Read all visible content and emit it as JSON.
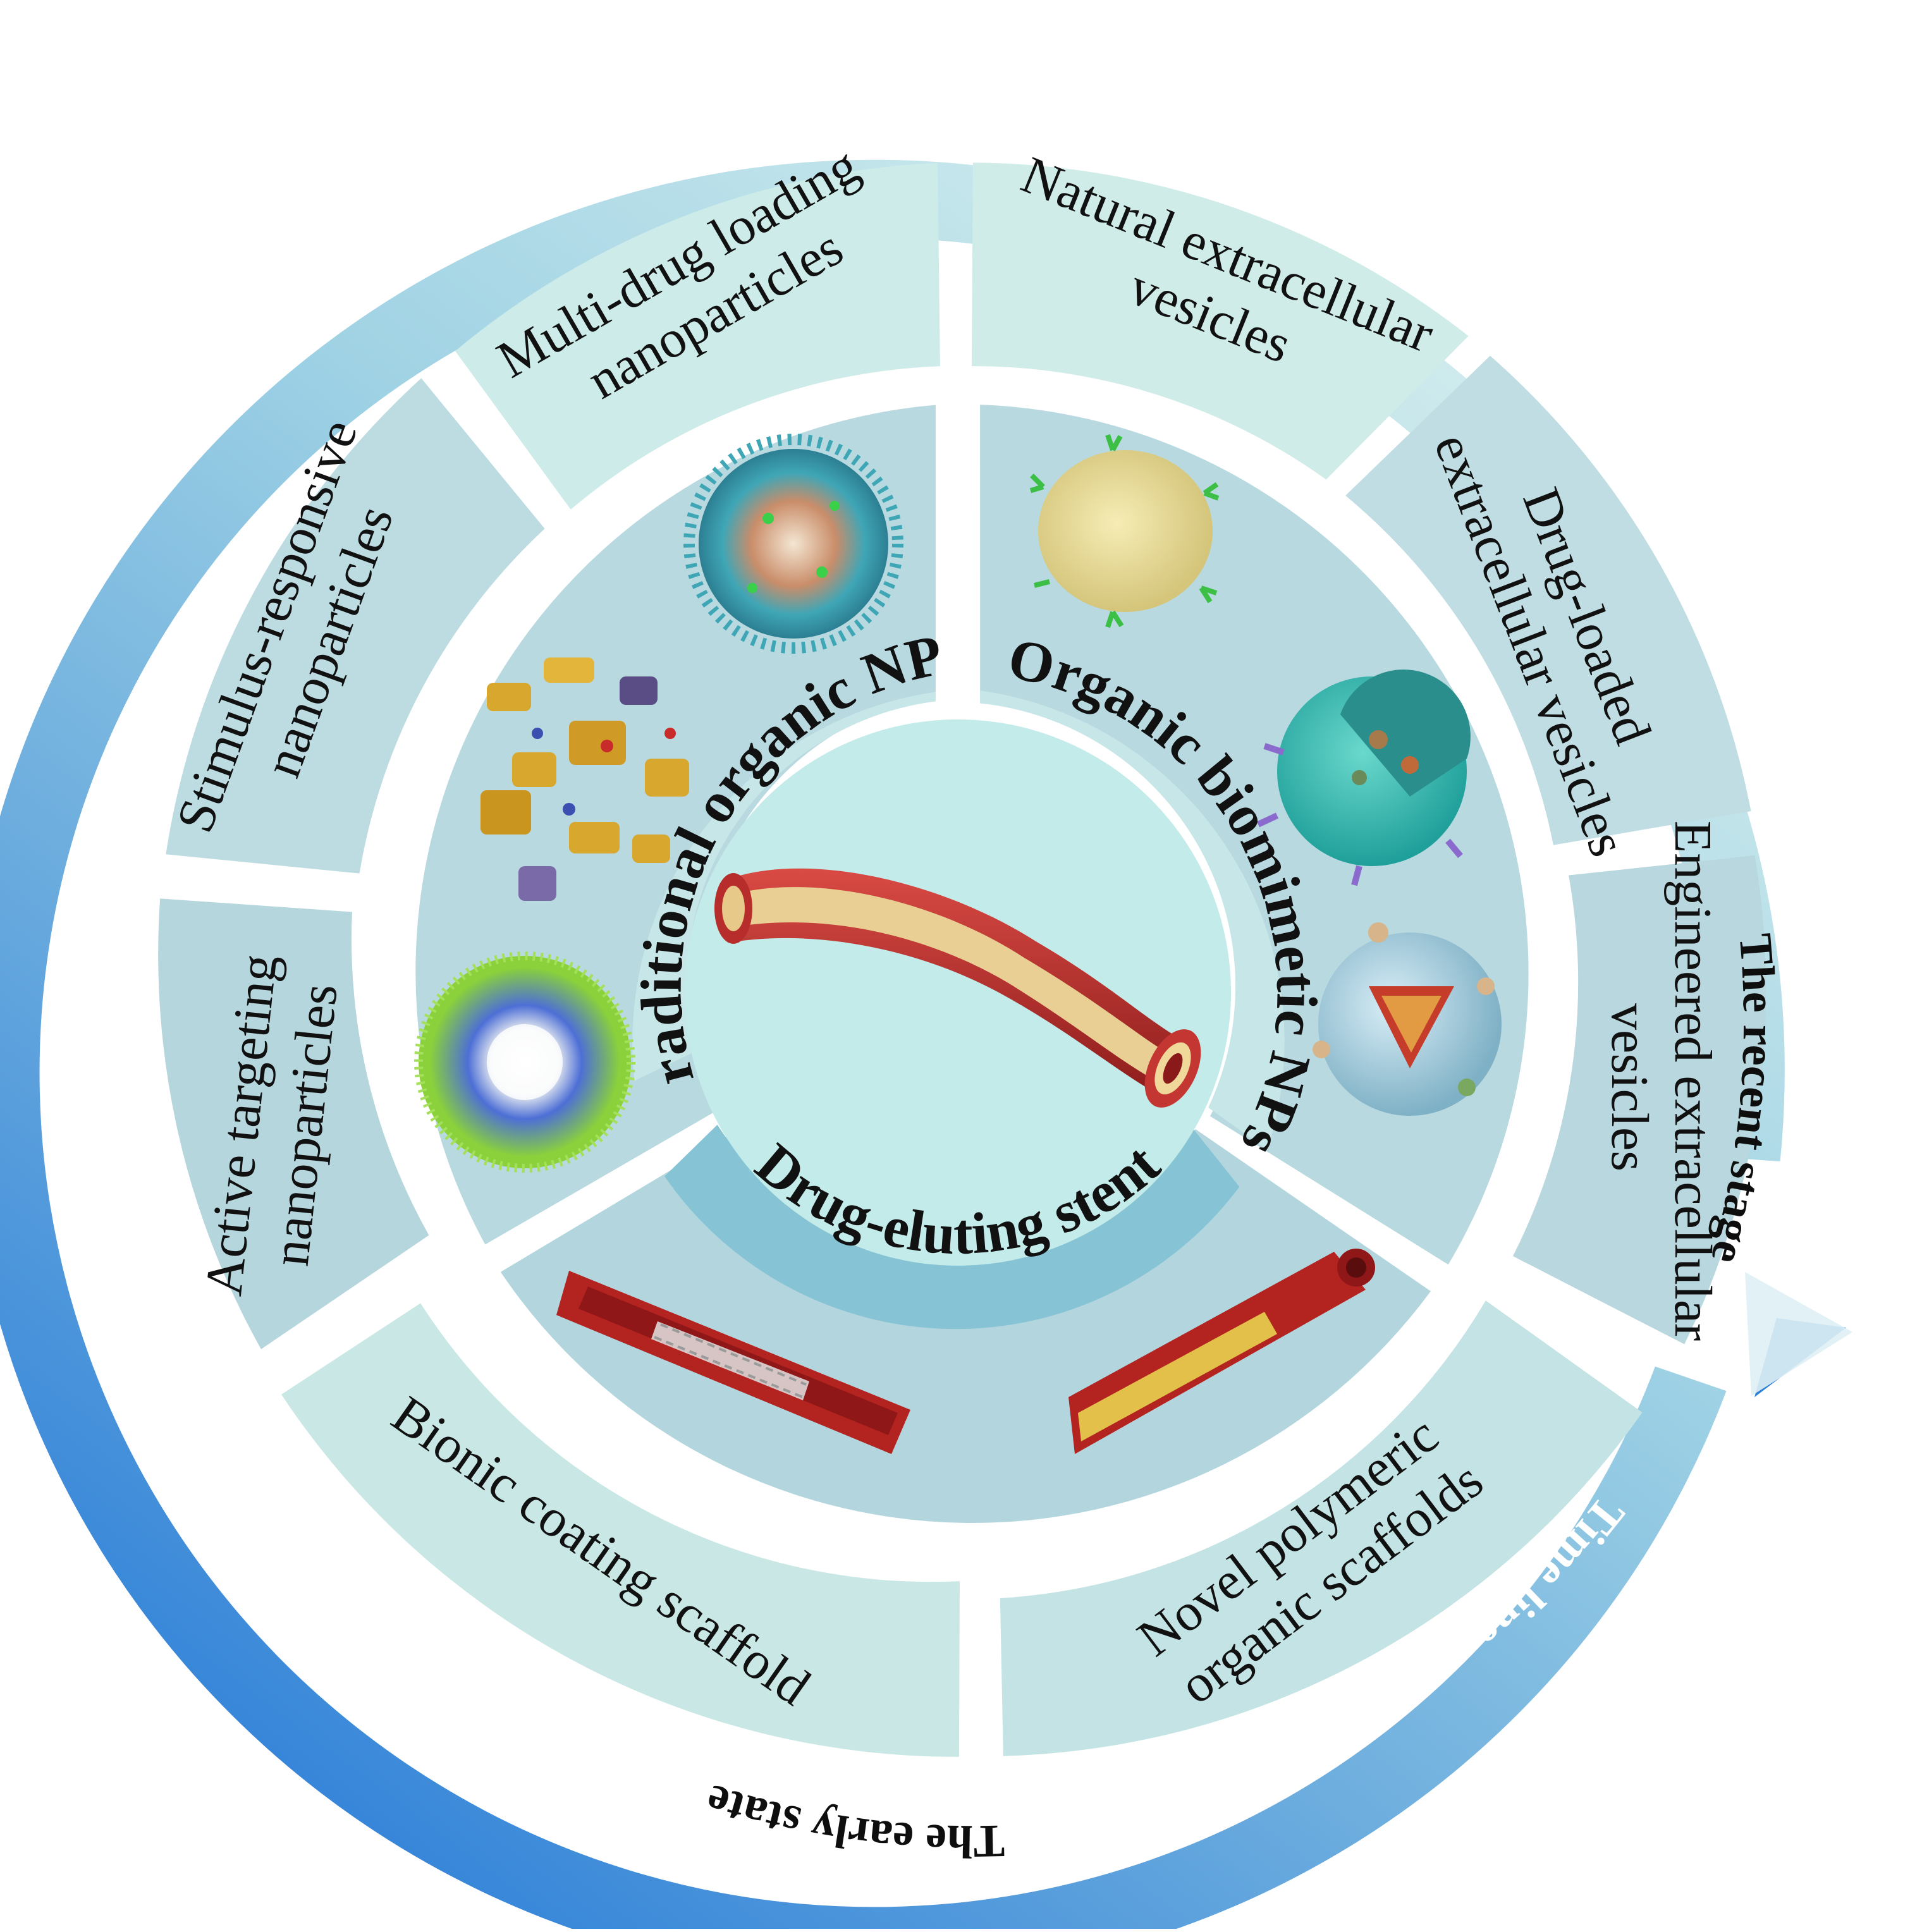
{
  "timeline": {
    "recent_stage": "The recent stage",
    "early_state": "The early state",
    "time_line": "Time line",
    "colors": {
      "start": "#e6f8f1",
      "mid": "#9fd0e3",
      "end": "#2c7ed6"
    }
  },
  "categories": {
    "traditional": "Traditional organic NPs",
    "biomimetic": "Organic biomimetic NPs",
    "stent": "Drug-eluting stent"
  },
  "outer_segments": {
    "multi_drug": [
      "Multi-drug loading",
      "nanoparticles"
    ],
    "natural_ev": [
      "Natural extracellular",
      "vesicles"
    ],
    "drug_loaded_ev": [
      "Drug-loaded",
      "extracellular vesicles"
    ],
    "engineered_ev": [
      "Engineered extracellular",
      "vesicles"
    ],
    "novel_polymeric": [
      "Novel polymeric",
      "organic scaffolds"
    ],
    "bionic_coating": [
      "Bionic coating scaffold"
    ],
    "active_targeting": [
      "Active targeting",
      "nanoparticles"
    ],
    "stimulus_responsive": [
      "Stimulus-responsive",
      "nanoparticles"
    ]
  },
  "icons": {
    "center": "blood-vessel-icon",
    "traditional": [
      "micelle-nanoparticle-icon",
      "multi-drug-assembly-icon",
      "spherical-polymer-nanoparticle-icon"
    ],
    "biomimetic": [
      "extracellular-vesicle-icon",
      "drug-loaded-vesicle-icon",
      "engineered-vesicle-icon"
    ],
    "stent": [
      "stent-in-artery-icon",
      "coated-scaffold-icon"
    ]
  }
}
